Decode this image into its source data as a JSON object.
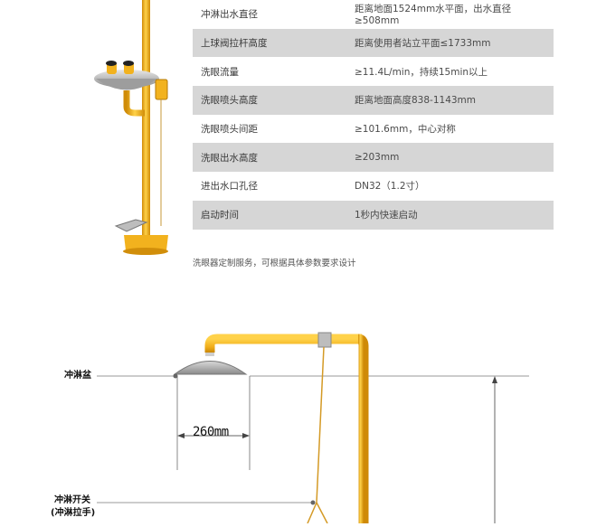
{
  "specs": [
    {
      "label": "冲淋出水直径",
      "value": "距离地面1524mm水平面，出水直径≥508mm"
    },
    {
      "label": "上球阀拉杆高度",
      "value": "距离使用者站立平面≤1733mm"
    },
    {
      "label": "洗眼流量",
      "value": "≥11.4L/min，持续15min以上"
    },
    {
      "label": "洗眼喷头高度",
      "value": "距离地面高度838-1143mm"
    },
    {
      "label": "洗眼喷头间距",
      "value": "≥101.6mm，中心对称"
    },
    {
      "label": "洗眼出水高度",
      "value": "≥203mm"
    },
    {
      "label": "进出水口孔径",
      "value": "DN32（1.2寸）"
    },
    {
      "label": "启动时间",
      "value": "1秒内快速启动"
    }
  ],
  "note": "洗眼器定制服务，可根据具体参数要求设计",
  "diagram": {
    "shower_bowl_label": "冲淋盆",
    "shower_switch_label": "冲淋开关",
    "shower_handle_label": "(冲淋拉手)",
    "bowl_distance_label": "260mm"
  },
  "colors": {
    "pipe": "#f2b21e",
    "pipe_dark": "#d18e0a",
    "row_shade": "#d6d6d6",
    "bowl": "#9a9a9a"
  }
}
